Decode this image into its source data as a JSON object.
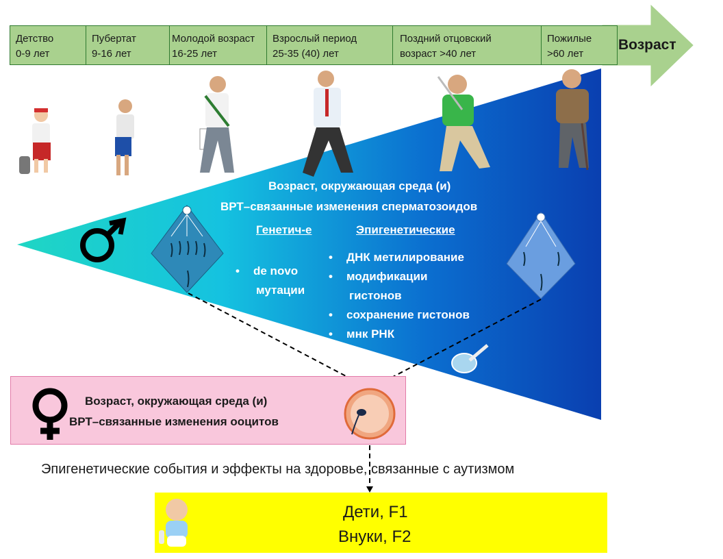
{
  "timeline": {
    "stages": [
      {
        "name": "Детство",
        "range": "0-9 лет"
      },
      {
        "name": "Пубертат",
        "range": "9-16 лет"
      },
      {
        "name": "Молодой возраст",
        "range": "16-25 лет"
      },
      {
        "name": "Взрослый период",
        "range": "25-35 (40) лет"
      },
      {
        "name": "Поздний отцовский",
        "range": "возраст >40 лет"
      },
      {
        "name": "Пожилые",
        "range": " >60 лет"
      }
    ],
    "axis_label": "Возраст"
  },
  "sperm_section": {
    "title_line1": "Возраст, окружающая среда (и)",
    "title_line2": "ВРТ–связанные изменения сперматозоидов",
    "genetic_header": "Генетич-е",
    "genetic_items": [
      "de novo",
      "мутации"
    ],
    "epigenetic_header": "Эпигенетические",
    "epigenetic_items": [
      "ДНК метилирование",
      "модификации",
      "гистонов",
      "сохранение гистонов",
      "мнк РНК"
    ]
  },
  "oocyte_section": {
    "line1": "Возраст, окружающая среда (и)",
    "line2": "ВРТ–связанные изменения ооцитов"
  },
  "outcome": "Эпигенетические события и эффекты на здоровье, связанные с аутизмом",
  "offspring": {
    "line1": "Дети, F1",
    "line2": "Внуки, F2"
  },
  "icons": {
    "male": "male-symbol-icon",
    "female": "female-symbol-icon",
    "egg": "fertilized-egg-icon",
    "baby": "baby-icon"
  },
  "colors": {
    "timeline_fill": "#a9d18e",
    "arrow_fill": "#a9d18e",
    "wedge_start": "#1fd6c4",
    "wedge_end": "#0a3fb0",
    "oocyte_box": "#f9c7dc",
    "offspring_box": "#ffff00"
  }
}
